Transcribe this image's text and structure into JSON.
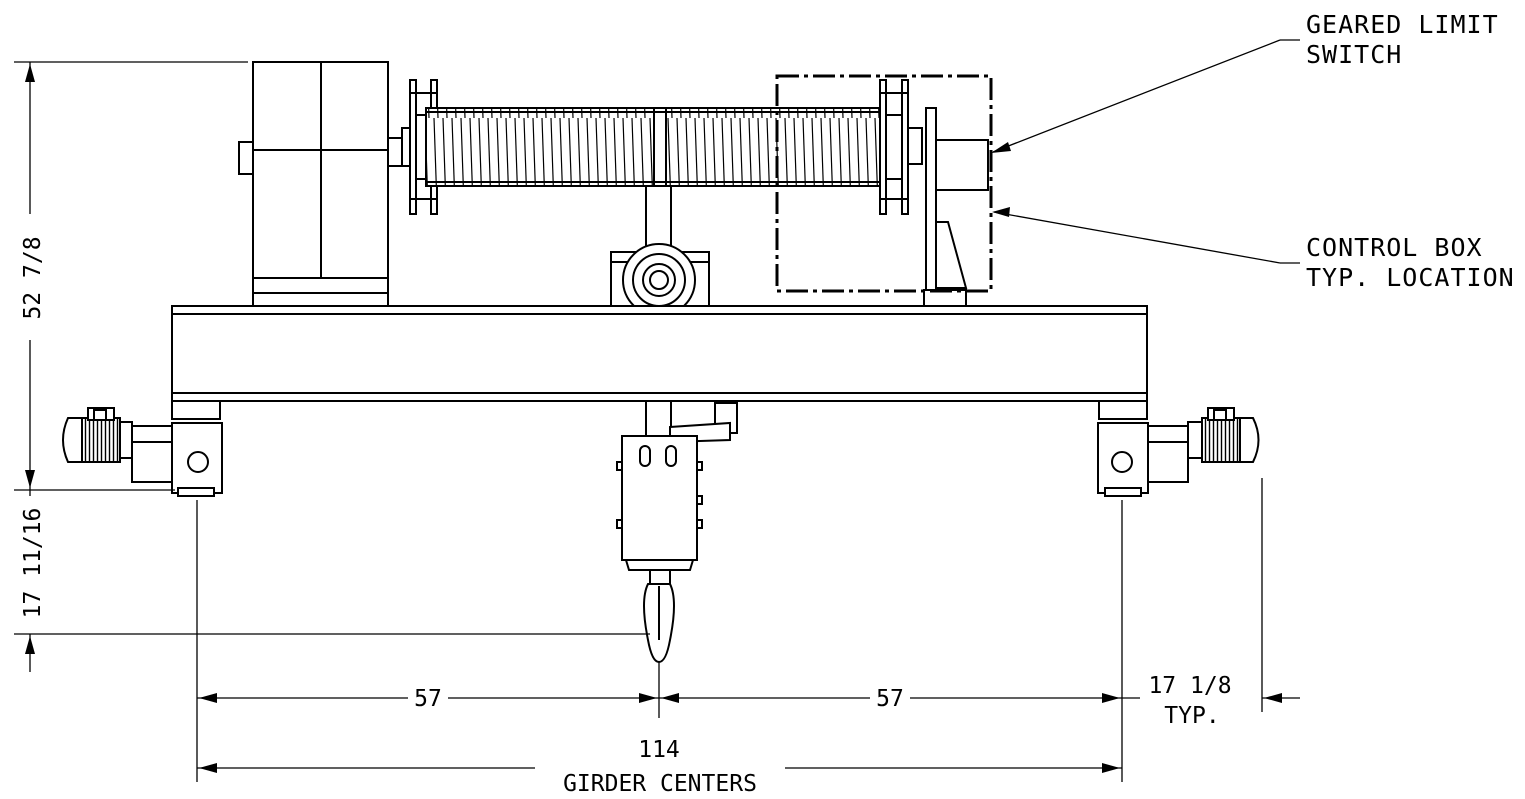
{
  "callouts": {
    "geared_limit_switch": [
      "GEARED LIMIT",
      "SWITCH"
    ],
    "control_box": [
      "CONTROL BOX",
      "TYP. LOCATION"
    ]
  },
  "dimensions": {
    "overall_height": "52 7/8",
    "hook_drop": "17 11/16",
    "left_half_span": "57",
    "right_half_span": "57",
    "girder_centers_value": "114",
    "girder_centers_label": "GIRDER CENTERS",
    "end_truck_value": "17 1/8",
    "end_truck_note": "TYP."
  }
}
